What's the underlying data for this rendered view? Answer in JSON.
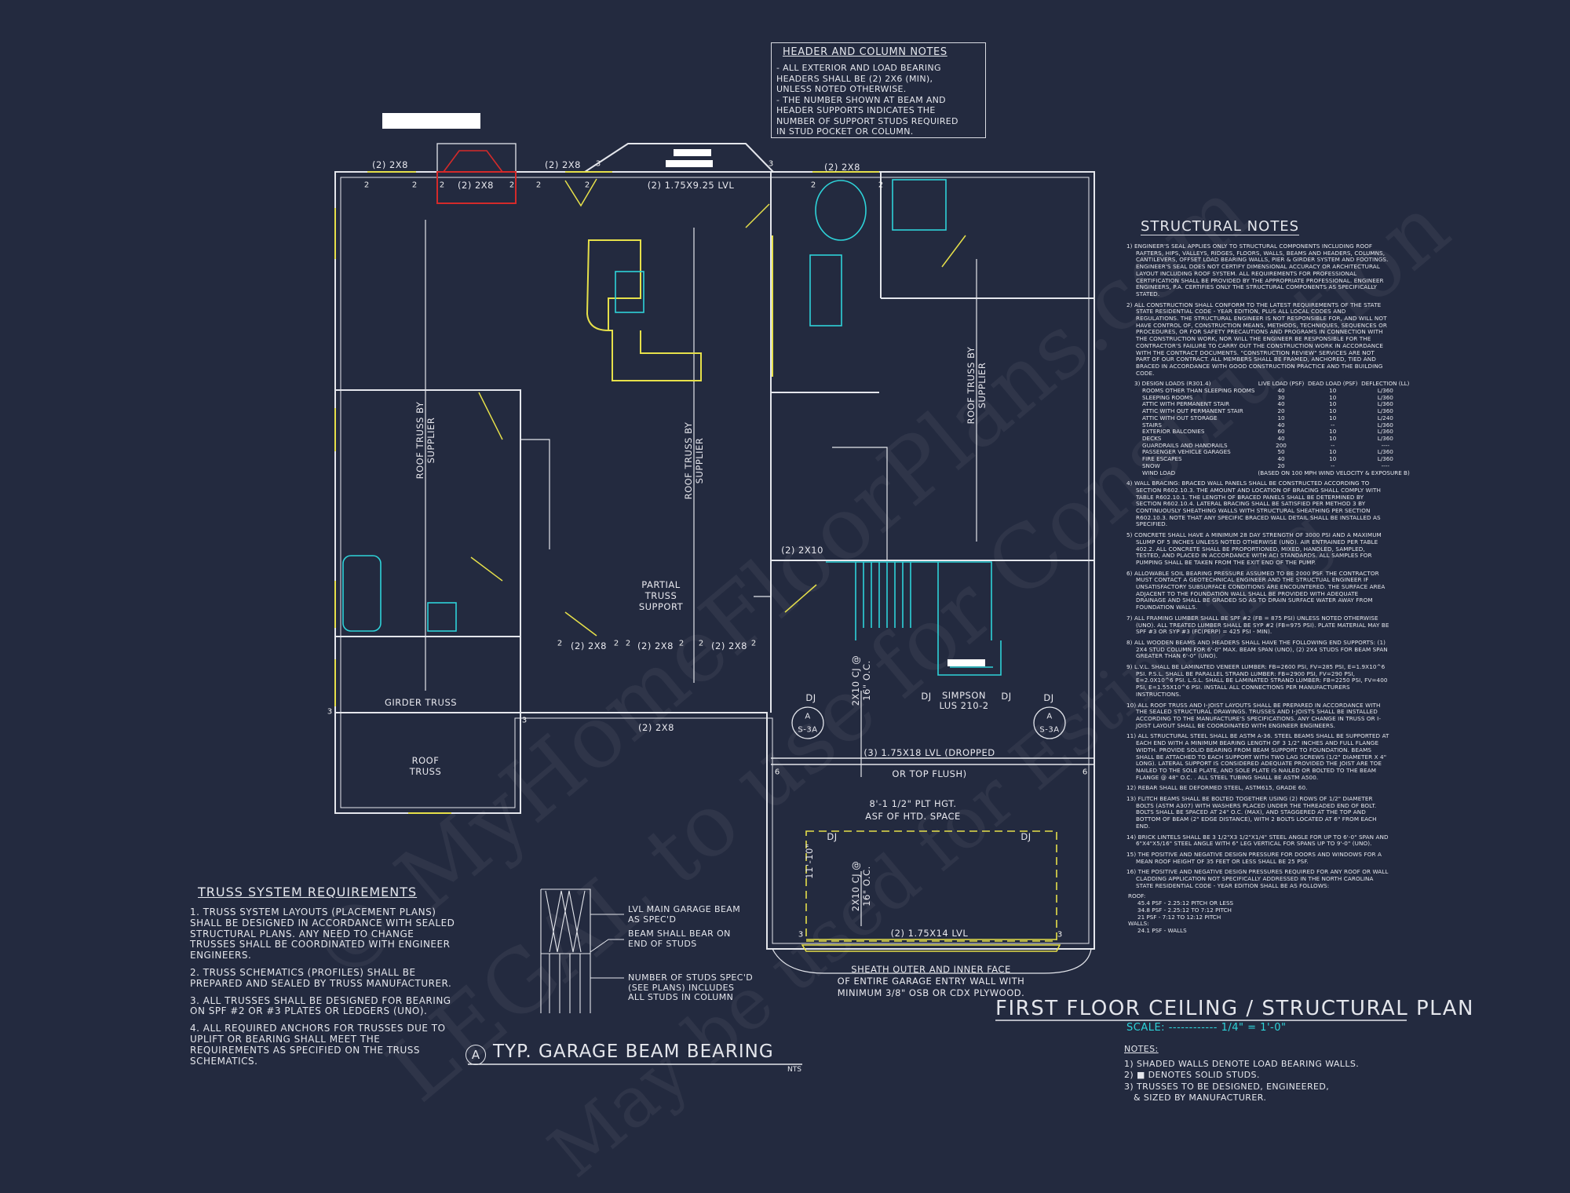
{
  "watermark": {
    "line1": "© MyHomeFloorPlans.com",
    "line2": "LEGAL to use for Construction",
    "line3": "May be used for Estimating"
  },
  "colors": {
    "background": "#232a3f",
    "lines": "#e4e6ec",
    "load_bearing": "#e6e04a",
    "fixtures": "#2ed3d9",
    "highlight": "#d42a2a"
  },
  "header_notes": {
    "title": "HEADER AND COLUMN NOTES",
    "lines": [
      "- ALL EXTERIOR AND LOAD BEARING",
      "HEADERS SHALL BE (2) 2x6 (MIN),",
      "UNLESS NOTED OTHERWISE.",
      "- THE NUMBER SHOWN AT BEAM AND",
      "HEADER SUPPORTS INDICATES THE",
      "NUMBER OF SUPPORT STUDS REQUIRED",
      "IN STUD POCKET OR COLUMN."
    ]
  },
  "plan": {
    "labels": [
      "(2) 2X8",
      "(2) 2X8",
      "(2) 2X8",
      "(2) 1.75x9.25 LVL",
      "(2) 2X8",
      "ROOF TRUSS BY SUPPLIER",
      "ROOF TRUSS BY SUPPLIER",
      "ROOF TRUSS BY SUPPLIER",
      "PARTIAL TRUSS SUPPORT",
      "(2) 2X8",
      "(2) 2X8",
      "(2) 2X8",
      "(2) 2x10",
      "GIRDER TRUSS",
      "ROOF TRUSS",
      "(2) 2X8",
      "DJ",
      "DJ",
      "DJ",
      "DJ",
      "DJ",
      "DJ",
      "2x10 CJ @ 16\" O.C.",
      "2x10 CJ @ 16\" O.C.",
      "SIMPSON LUS 210-2",
      "(3) 1.75x18 LVL (DROPPED",
      "OR TOP FLUSH)",
      "8'-1 1/2\" PLT HGT.",
      "ASF OF HTD. SPACE",
      "11'-10\"",
      "(2) 1.75x14 LVL",
      "SHEATH OUTER AND INNER FACE",
      "OF ENTIRE GARAGE ENTRY WALL WITH",
      "MINIMUM 3/8\" OSB OR CDX PLYWOOD."
    ],
    "section_ref": {
      "letter": "A",
      "sheet": "S-3A"
    },
    "stud_counts": [
      "2",
      "2",
      "2",
      "2",
      "2",
      "2",
      "3",
      "3",
      "2",
      "2",
      "2",
      "2",
      "2",
      "2",
      "2",
      "2",
      "3",
      "3",
      "6",
      "6",
      "3",
      "3"
    ]
  },
  "structural_notes": {
    "title": "STRUCTURAL NOTES",
    "items_before": [
      "1) ENGINEER'S SEAL APPLIES ONLY TO STRUCTURAL COMPONENTS INCLUDING ROOF RAFTERS, HIPS, VALLEYS, RIDGES, FLOORS, WALLS, BEAMS AND HEADERS, COLUMNS, CANTILEVERS, OFFSET LOAD BEARING WALLS, PIER & GIRDER SYSTEM AND FOOTINGS. ENGINEER'S SEAL DOES NOT CERTIFY DIMENSIONAL ACCURACY OR ARCHITECTURAL LAYOUT INCLUDING ROOF SYSTEM. ALL REQUIREMENTS FOR PROFESSIONAL CERTIFICATION SHALL BE PROVIDED BY THE APPROPRIATE PROFESSIONAL. ENGINEER ENGINEERS, P.A. CERTIFIES ONLY THE STRUCTURAL COMPONENTS AS SPECIFICALLY STATED.",
      "2) ALL CONSTRUCTION SHALL CONFORM TO THE LATEST REQUIREMENTS OF THE STATE STATE RESIDENTIAL CODE - YEAR EDITION, PLUS ALL LOCAL CODES AND REGULATIONS. THE STRUCTURAL ENGINEER IS NOT RESPONSIBLE FOR, AND WILL NOT HAVE CONTROL OF, CONSTRUCTION MEANS, METHODS, TECHNIQUES, SEQUENCES OR PROCEDURES, OR FOR SAFETY PRECAUTIONS AND PROGRAMS IN CONNECTION WITH THE CONSTRUCTION WORK, NOR WILL THE ENGINEER BE RESPONSIBLE FOR THE CONTRACTOR'S FAILURE TO CARRY OUT THE CONSTRUCTION WORK IN ACCORDANCE WITH THE CONTRACT DOCUMENTS. \"CONSTRUCTION REVIEW\" SERVICES ARE NOT PART OF OUR CONTRACT. ALL MEMBERS SHALL BE FRAMED, ANCHORED, TIED AND BRACED IN ACCORDANCE WITH GOOD CONSTRUCTION PRACTICE AND THE BUILDING CODE."
    ],
    "design_loads": {
      "heading": "3) DESIGN LOADS (R301.4)",
      "columns": [
        "LIVE LOAD (PSF)",
        "DEAD LOAD (PSF)",
        "DEFLECTION (LL)"
      ],
      "rows": [
        [
          "ROOMS OTHER THAN SLEEPING ROOMS",
          "40",
          "10",
          "L/360"
        ],
        [
          "SLEEPING ROOMS",
          "30",
          "10",
          "L/360"
        ],
        [
          "ATTIC WITH PERMANENT STAIR",
          "40",
          "10",
          "L/360"
        ],
        [
          "ATTIC WITH OUT PERMANENT STAIR",
          "20",
          "10",
          "L/360"
        ],
        [
          "ATTIC WITH OUT STORAGE",
          "10",
          "10",
          "L/240"
        ],
        [
          "STAIRS",
          "40",
          "--",
          "L/360"
        ],
        [
          "EXTERIOR BALCONIES",
          "60",
          "10",
          "L/360"
        ],
        [
          "DECKS",
          "40",
          "10",
          "L/360"
        ],
        [
          "GUARDRAILS AND HANDRAILS",
          "200",
          "--",
          "----"
        ],
        [
          "PASSENGER VEHICLE GARAGES",
          "50",
          "10",
          "L/360"
        ],
        [
          "FIRE ESCAPES",
          "40",
          "10",
          "L/360"
        ],
        [
          "SNOW",
          "20",
          "--",
          "----"
        ]
      ],
      "wind_label": "WIND LOAD",
      "wind_value": "(BASED ON 100 MPH WIND VELOCITY & EXPOSURE B)"
    },
    "items_after": [
      "4) WALL BRACING: BRACED WALL PANELS SHALL BE CONSTRUCTED ACCORDING TO SECTION R602.10.3. THE AMOUNT AND LOCATION OF BRACING SHALL COMPLY WITH TABLE R602.10.1. THE LENGTH OF BRACED PANELS SHALL BE DETERMINED BY SECTION R602.10.4. LATERAL BRACING SHALL BE SATISFIED PER METHOD 3 BY CONTINUOUSLY SHEATHING WALLS WITH STRUCTURAL SHEATHING PER SECTION R602.10.3. NOTE THAT ANY SPECIFIC BRACED WALL DETAIL SHALL BE INSTALLED AS SPECIFIED.",
      "5) CONCRETE SHALL HAVE A MINIMUM 28 DAY STRENGTH OF 3000 PSI AND A MAXIMUM SLUMP OF 5 INCHES UNLESS NOTED OTHERWISE (UNO). AIR ENTRAINED PER TABLE 402.2. ALL CONCRETE SHALL BE PROPORTIONED, MIXED, HANDLED, SAMPLED, TESTED, AND PLACED IN ACCORDANCE WITH ACI STANDARDS. ALL SAMPLES FOR PUMPING SHALL BE TAKEN FROM THE EXIT END OF THE PUMP.",
      "6) ALLOWABLE SOIL BEARING PRESSURE ASSUMED TO BE 2000 PSF. THE CONTRACTOR MUST CONTACT A GEOTECHNICAL ENGINEER AND THE STRUCTUAL ENGINEER IF UNSATISFACTORY SUBSURFACE CONDITIONS ARE ENCOUNTERED. THE SURFACE AREA ADJACENT TO THE FOUNDATION WALL SHALL BE PROVIDED WITH ADEQUATE DRAINAGE AND SHALL BE GRADED SO AS TO DRAIN SURFACE WATER AWAY FROM FOUNDATION WALLS.",
      "7) ALL FRAMING LUMBER SHALL BE SPF #2 (Fb = 875 PSI) UNLESS NOTED OTHERWISE (UNO). ALL TREATED LUMBER SHALL BE SYP #2 (Fb=975 PSI). PLATE MATERIAL MAY BE SPF #3 OR SYP #3 (Fc(perp) = 425 PSI - MIN).",
      "8) ALL WOODEN BEAMS AND HEADERS SHALL HAVE THE FOLLOWING END SUPPORTS: (1) 2x4 STUD COLUMN FOR 6'-0\" MAX. BEAM SPAN (UNO), (2) 2X4 STUDS FOR BEAM SPAN GREATER THAN 6'-0\" (UNO).",
      "9) L.V.L. SHALL BE LAMINATED VENEER LUMBER: Fb=2600 PSI, Fv=285 PSI, E=1.9x10^6 PSI. P.S.L. SHALL BE PARALLEL STRAND LUMBER: Fb=2900 PSI, Fv=290 PSI, E=2.0x10^6 PSI. L.S.L. SHALL BE LAMINATED STRAND LUMBER: Fb=2250 PSI, Fv=400 PSI, E=1.55x10^6 PSI. INSTALL ALL CONNECTIONS PER MANUFACTURERS INSTRUCTIONS.",
      "10) ALL ROOF TRUSS AND I-JOIST LAYOUTS SHALL BE PREPARED IN ACCORDANCE WITH THE SEALED STRUCTURAL DRAWINGS. TRUSSES AND I-JOISTS SHALL BE INSTALLED ACCORDING TO THE MANUFACTURE'S SPECIFICATIONS. ANY CHANGE IN TRUSS OR I-JOIST LAYOUT SHALL BE COORDINATED WITH ENGINEER ENGINEERS.",
      "11) ALL STRUCTURAL STEEL SHALL BE ASTM A-36. STEEL BEAMS SHALL BE SUPPORTED AT EACH END WITH A MINIMUM BEARING LENGTH OF 3 1/2\" INCHES AND FULL FLANGE WIDTH. PROVIDE SOLID BEARING FROM BEAM SUPPORT TO FOUNDATION. BEAMS SHALL BE ATTACHED TO EACH SUPPORT WITH TWO LAG SCREWS (1/2\" DIAMETER x 4\" LONG). LATERAL SUPPORT IS CONSIDERED ADEQUATE PROVIDED THE JOIST ARE TOE NAILED TO THE SOLE PLATE, AND SOLE PLATE IS NAILED OR BOLTED TO THE BEAM FLANGE @ 48\" O.C. . ALL STEEL TUBING SHALL BE ASTM A500.",
      "12) REBAR SHALL BE DEFORMED STEEL, ASTM615, GRADE 60.",
      "13) FLITCH BEAMS SHALL BE BOLTED TOGETHER USING (2) ROWS OF 1/2\" DIAMETER BOLTS (ASTM A307) WITH WASHERS PLACED UNDER THE THREADED END OF BOLT. BOLTS SHALL BE SPACED AT 24\" O.C. (MAX), AND STAGGERED AT THE TOP AND BOTTOM OF BEAM (2\" EDGE DISTANCE), WITH 2 BOLTS LOCATED AT 6\" FROM EACH END.",
      "14) BRICK LINTELS SHALL BE 3 1/2\"x3 1/2\"x1/4\" STEEL ANGLE FOR UP TO 6'-0\" SPAN AND 6\"x4\"x5/16\" STEEL ANGLE WITH 6\" LEG VERTICAL FOR SPANS UP TO 9'-0\" (UNO).",
      "15) THE POSITIVE AND NEGATIVE DESIGN PRESSURE FOR DOORS AND WINDOWS FOR A MEAN ROOF HEIGHT OF 35 FEET OR LESS SHALL BE 25 PSF.",
      "16) THE POSITIVE AND NEGATIVE DESIGN PRESSURES REQUIRED FOR ANY ROOF OR WALL CLADDING APPLICATION NOT SPECIFICALLY ADDRESSED IN THE NORTH CAROLINA STATE RESIDENTIAL CODE - YEAR EDITION SHALL BE AS FOLLOWS:"
    ],
    "pressures": [
      "ROOF:",
      "45.4 PSF - 2.25:12 PITCH OR LESS",
      "34.8 PSF - 2.25:12 TO 7:12 PITCH",
      "21 PSF - 7:12 TO 12:12 PITCH",
      "WALLS:",
      "24.1 PSF - WALLS"
    ]
  },
  "truss_requirements": {
    "title": "TRUSS SYSTEM REQUIREMENTS",
    "items": [
      "1. TRUSS SYSTEM LAYOUTS (PLACEMENT PLANS) SHALL BE DESIGNED IN ACCORDANCE WITH SEALED STRUCTURAL PLANS. ANY NEED TO CHANGE TRUSSES SHALL BE COORDINATED WITH ENGINEER ENGINEERS.",
      "2. TRUSS SCHEMATICS (PROFILES) SHALL BE PREPARED AND SEALED BY TRUSS MANUFACTURER.",
      "3. ALL TRUSSES SHALL BE DESIGNED FOR BEARING ON SPF #2 OR #3 PLATES OR LEDGERS (UNO).",
      "4. ALL REQUIRED ANCHORS FOR TRUSSES DUE TO UPLIFT OR BEARING SHALL MEET THE REQUIREMENTS AS SPECIFIED ON THE TRUSS SCHEMATICS."
    ]
  },
  "detail": {
    "callout_1": "LVL MAIN GARAGE BEAM AS SPEC'D",
    "callout_2": "BEAM SHALL BEAR ON END OF STUDS",
    "callout_3": "NUMBER OF STUDS SPEC'D (SEE PLANS) INCLUDES ALL STUDS IN COLUMN",
    "marker": "A",
    "title": "TYP. GARAGE BEAM BEARING",
    "scale": "NTS"
  },
  "sheet": {
    "title": "FIRST FLOOR CEILING / STRUCTURAL PLAN",
    "scale": "SCALE: ------------ 1/4\" = 1'-0\"",
    "notes_heading": "NOTES:",
    "notes": [
      "1) SHADED WALLS DENOTE LOAD BEARING WALLS.",
      "2) ■ DENOTES SOLID STUDS.",
      "3) TRUSSES TO BE DESIGNED, ENGINEERED,",
      "& SIZED BY MANUFACTURER."
    ]
  }
}
